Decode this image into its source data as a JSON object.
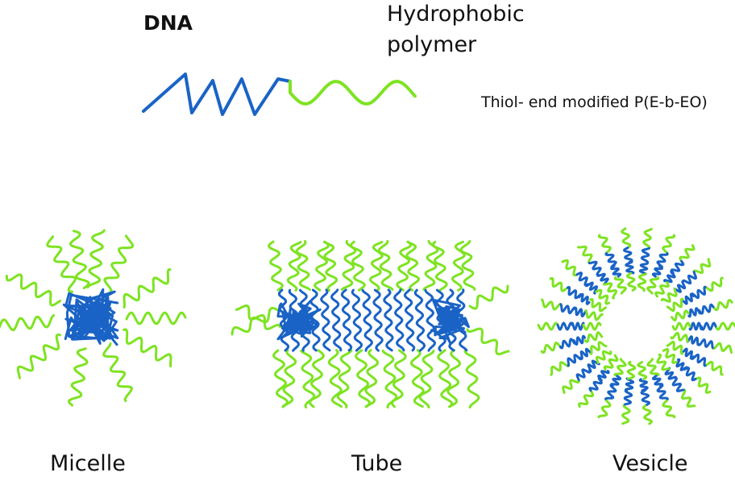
{
  "labels": {
    "dna": "DNA",
    "hydrophobic_line1": "Hydrophobic",
    "hydrophobic_line2": "polymer",
    "thiol": "Thiol- end modified P(E-b-EO)",
    "micelle": "Micelle",
    "tube": "Tube",
    "vesicle": "Vesicle"
  },
  "colors": {
    "dna": "#1a63c6",
    "polymer": "#7ee322",
    "text": "#111111"
  }
}
